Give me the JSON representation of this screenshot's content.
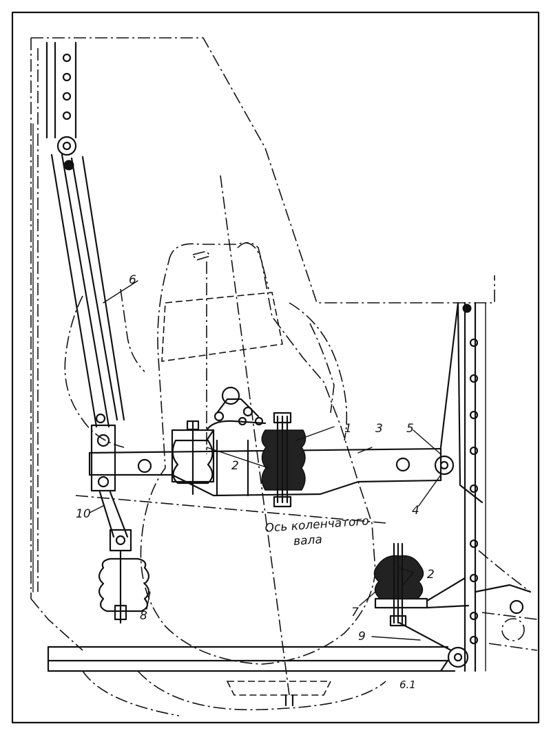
{
  "callouts": {
    "c1": "1",
    "c2a": "2",
    "c2b": "2",
    "c3": "3",
    "c4": "4",
    "c5": "5",
    "c6": "6",
    "c7": "7",
    "c8": "8",
    "c9": "9",
    "c10": "10"
  },
  "annotation": {
    "axis_line1": "Ось коленчатого",
    "axis_line2": "вала"
  },
  "corner_mark": "6.1"
}
